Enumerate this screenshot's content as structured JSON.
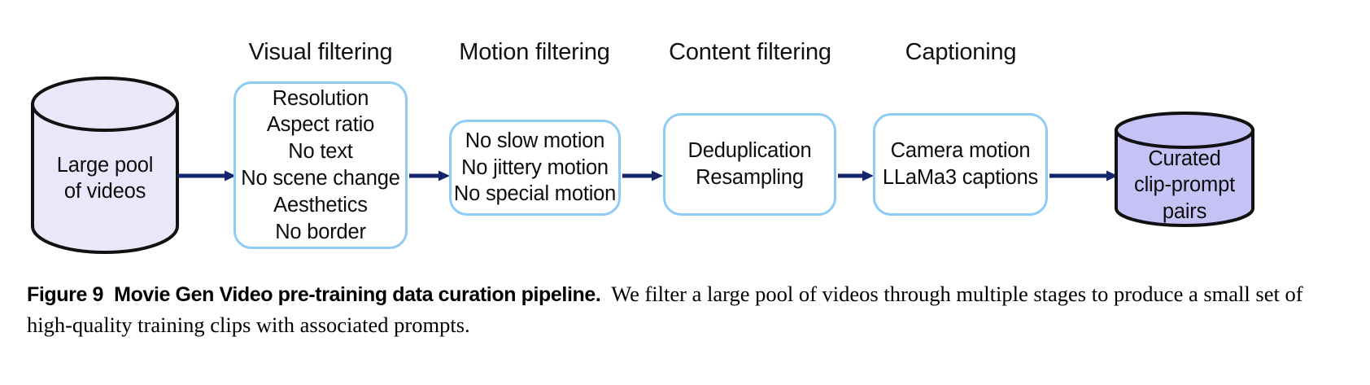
{
  "figure": {
    "stages": [
      {
        "title": "Visual filtering",
        "items": [
          "Resolution",
          "Aspect ratio",
          "No text",
          "No scene change",
          "Aesthetics",
          "No border"
        ]
      },
      {
        "title": "Motion filtering",
        "items": [
          "No slow motion",
          "No jittery motion",
          "No special motion"
        ]
      },
      {
        "title": "Content filtering",
        "items": [
          "Deduplication",
          "Resampling"
        ]
      },
      {
        "title": "Captioning",
        "items": [
          "Camera motion",
          "LLaMa3 captions"
        ]
      }
    ],
    "source_store": {
      "lines": [
        "Large pool",
        "of videos"
      ],
      "fill": "#e9e8fa",
      "stroke": "#111111"
    },
    "output_store": {
      "lines": [
        "Curated",
        "clip-prompt",
        "pairs"
      ],
      "fill": "#c6c2f5",
      "stroke": "#111111"
    },
    "arrow_color": "#16256b",
    "box_border_color": "#8ecbf5",
    "box_fill": "#ffffff"
  },
  "caption": {
    "label": "Figure 9",
    "bold_title": "Movie Gen Video pre-training data curation pipeline.",
    "body": "We filter a large pool of videos through multiple stages to produce a small set of high-quality training clips with associated prompts."
  }
}
